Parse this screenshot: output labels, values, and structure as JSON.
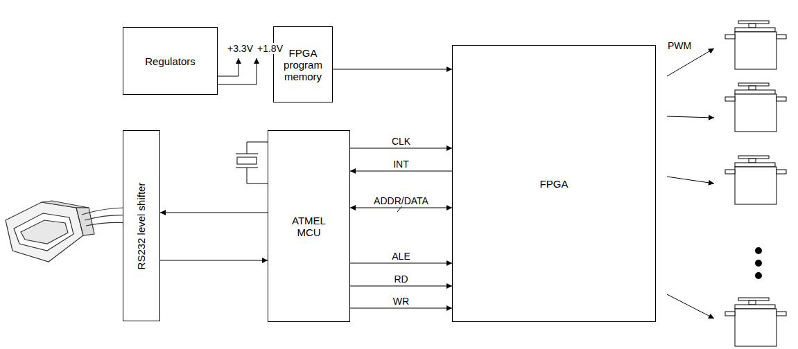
{
  "diagram": {
    "nodes": [
      {
        "text": [
          "Regulators"
        ]
      },
      {
        "text": [
          "FPGA program memory"
        ]
      },
      {
        "text": [
          "RS232 level shifter"
        ]
      },
      {
        "text": [
          "ATMEL MCU"
        ]
      },
      {
        "text": [
          "FPGA"
        ]
      }
    ],
    "edges": [
      {
        "from": 1,
        "to": 4,
        "arrow": "to"
      },
      {
        "from": 3,
        "to": 2,
        "arrow": "to"
      },
      {
        "from": 2,
        "to": 3,
        "arrow": "to"
      },
      {
        "from": 3,
        "to": 4,
        "label": "CLK",
        "arrow": "to"
      },
      {
        "from": 4,
        "to": 3,
        "label": "INT",
        "arrow": "to"
      },
      {
        "from": 3,
        "to": 4,
        "label": "ADDR/DATA",
        "arrow": "both"
      },
      {
        "from": 3,
        "to": 4,
        "label": "ALE",
        "arrow": "to"
      },
      {
        "from": 3,
        "to": 4,
        "label": "RD",
        "arrow": "to"
      },
      {
        "from": 3,
        "to": 4,
        "label": "WR",
        "arrow": "to"
      }
    ],
    "labels": [
      "+3.3V",
      "+1.8V",
      "PWM"
    ]
  }
}
